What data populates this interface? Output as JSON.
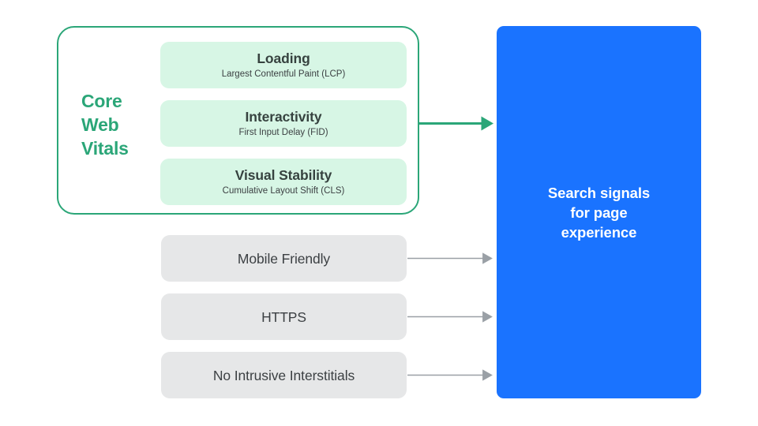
{
  "diagram": {
    "title": "Search signals for page experience",
    "colors": {
      "green_accent": "#2BA678",
      "green_card_bg": "#D7F6E5",
      "gray_box_bg": "#E6E7E8",
      "blue_box_bg": "#1A73FF",
      "text_dark": "#3C4043",
      "arrow_gray": "#9AA0A6",
      "white": "#FFFFFF"
    },
    "core_web_vitals": {
      "group_label": "Core\nWeb\nVitals",
      "cards": [
        {
          "title": "Loading",
          "subtitle": "Largest Contentful Paint (LCP)"
        },
        {
          "title": "Interactivity",
          "subtitle": "First Input Delay (FID)"
        },
        {
          "title": "Visual Stability",
          "subtitle": "Cumulative Layout Shift (CLS)"
        }
      ]
    },
    "other_signals": [
      {
        "label": "Mobile Friendly"
      },
      {
        "label": "HTTPS"
      },
      {
        "label": "No Intrusive Interstitials"
      }
    ],
    "destination": {
      "label": "Search signals\nfor page\nexperience"
    },
    "connectors": [
      {
        "name": "core-web-vitals-arrow",
        "color": "#2BA678",
        "from": "core-web-vitals-group",
        "to": "search-signals-box"
      },
      {
        "name": "mobile-friendly-arrow",
        "color": "#9AA0A6",
        "from": "mobile-friendly-box",
        "to": "search-signals-box"
      },
      {
        "name": "https-arrow",
        "color": "#9AA0A6",
        "from": "https-box",
        "to": "search-signals-box"
      },
      {
        "name": "no-intrusive-interstitials-arrow",
        "color": "#9AA0A6",
        "from": "no-intrusive-interstitials-box",
        "to": "search-signals-box"
      }
    ]
  }
}
